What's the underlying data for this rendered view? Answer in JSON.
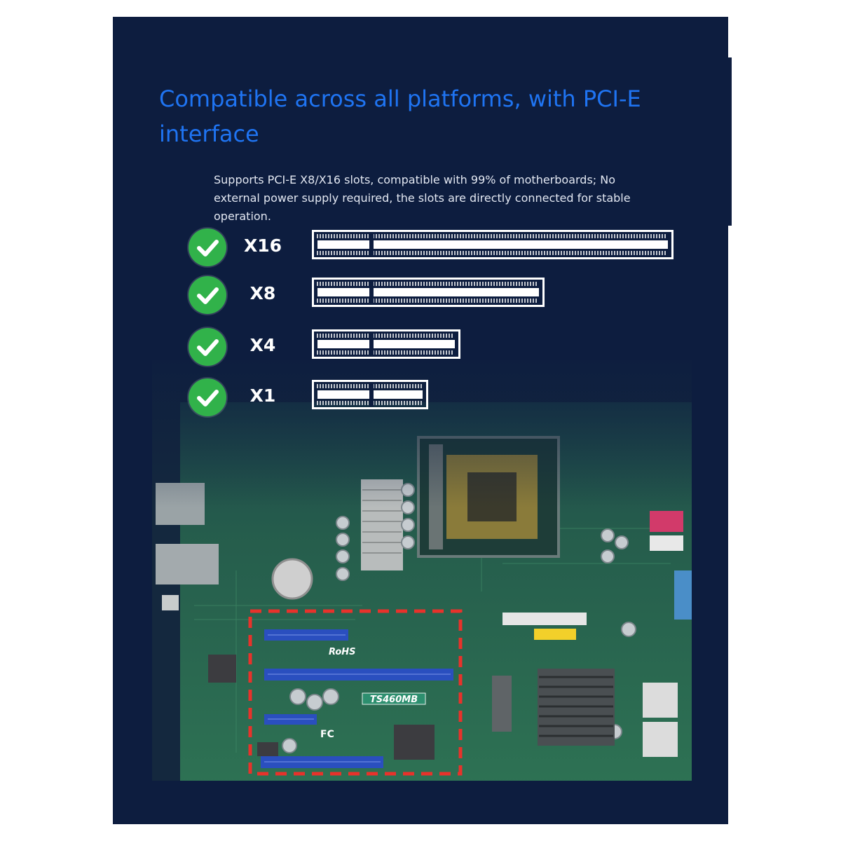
{
  "headline": "Compatible across all platforms, with PCI-E interface",
  "description": "Supports PCI-E X8/X16 slots, compatible with 99% of motherboards; No external power supply required, the slots are directly connected for stable operation.",
  "slots": [
    {
      "label": "X16",
      "status_icon": "check-icon"
    },
    {
      "label": "X8",
      "status_icon": "check-icon"
    },
    {
      "label": "X4",
      "status_icon": "check-icon"
    },
    {
      "label": "X1",
      "status_icon": "check-icon"
    }
  ],
  "board": {
    "model": "TS460MB",
    "rohs": "RoHS",
    "fcc": "FC"
  },
  "colors": {
    "background": "#0d1d3f",
    "headline": "#1f74f2",
    "check": "#31b24a",
    "highlight_box": "#e8322b",
    "pcb": "#2c6a52",
    "pcie_slot": "#2a4fbf"
  }
}
